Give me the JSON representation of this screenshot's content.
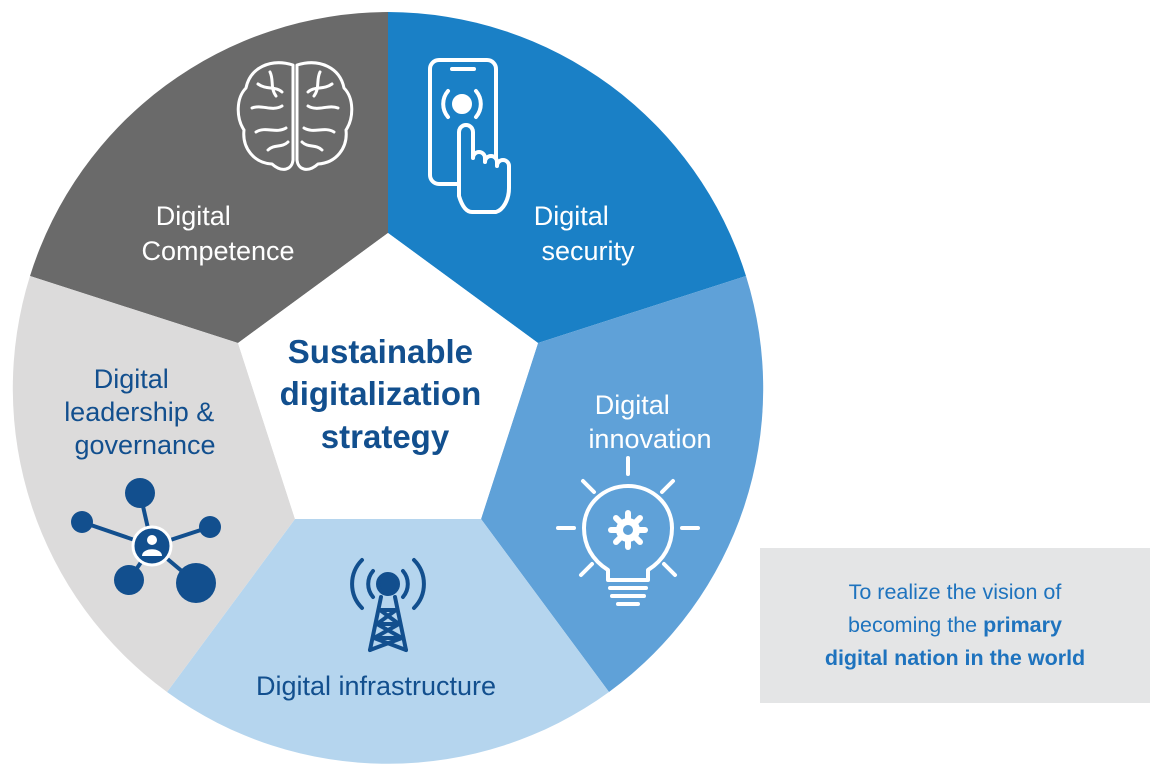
{
  "diagram": {
    "center_text": [
      "Sustainable",
      "digitalization",
      "strategy"
    ],
    "segments": [
      {
        "id": "competence",
        "label_lines": [
          "Digital",
          "Competence"
        ],
        "color": "#6a6a6a",
        "text_color": "#ffffff",
        "icon": "brain-icon"
      },
      {
        "id": "security",
        "label_lines": [
          "Digital",
          "security"
        ],
        "color": "#1a80c6",
        "text_color": "#ffffff",
        "icon": "smartphone-touch-icon"
      },
      {
        "id": "innovation",
        "label_lines": [
          "Digital",
          "innovation"
        ],
        "color": "#5fa1d8",
        "text_color": "#ffffff",
        "icon": "lightbulb-gear-icon"
      },
      {
        "id": "infrastructure",
        "label_lines": [
          "Digital infrastructure"
        ],
        "color": "#b5d5ee",
        "text_color": "#124f8e",
        "icon": "antenna-tower-icon"
      },
      {
        "id": "leadership",
        "label_lines": [
          "Digital",
          "leadership &",
          "governance"
        ],
        "color": "#dcdbdb",
        "text_color": "#124f8e",
        "icon": "network-icon"
      }
    ],
    "center_color": "#ffffff",
    "center_text_color": "#124f8e"
  },
  "vision": {
    "line1": "To realize the vision of",
    "line2_prefix": "becoming the ",
    "line2_bold": "primary",
    "line3_bold": "digital nation in the world"
  }
}
